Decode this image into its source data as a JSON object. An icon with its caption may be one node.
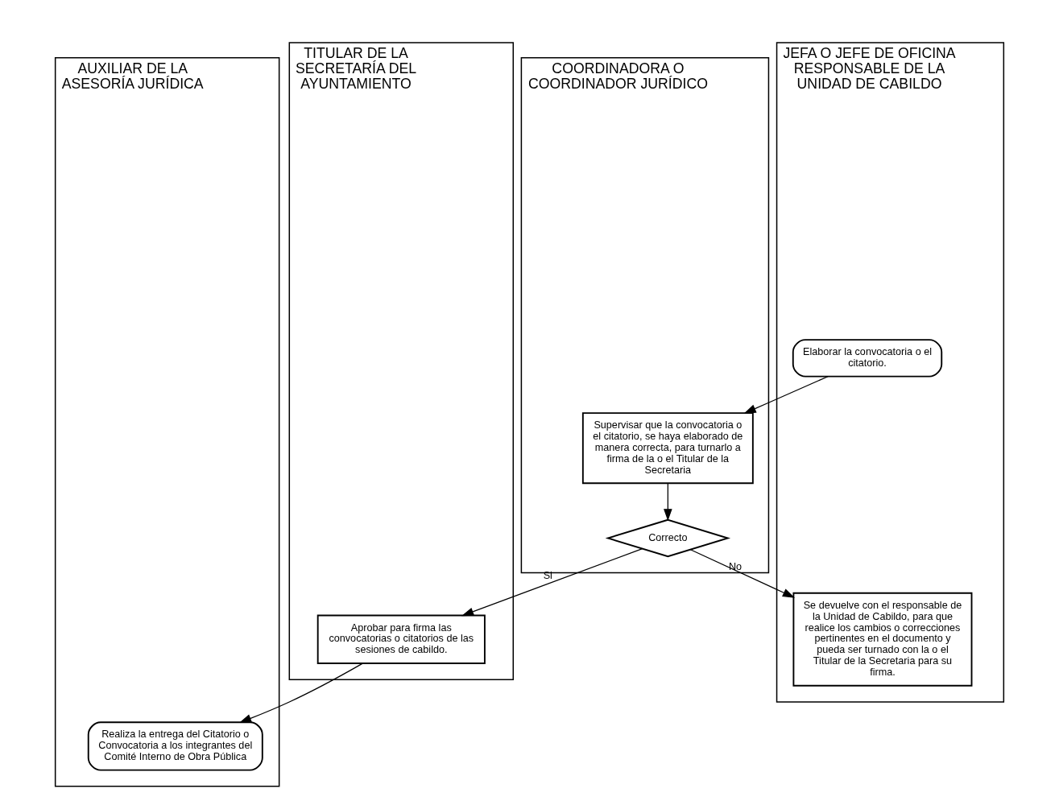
{
  "diagram": {
    "nodes": [
      {
        "text": [
          "AUXILIAR DE LA ASESORÍA JURÍDICA"
        ]
      },
      {
        "text": [
          "JEFA O JEFE DE OFICINA RESPONSABLE DE LA UNIDAD DE CABILDO"
        ]
      },
      {
        "text": [
          "COORDINADORA O COORDINADOR JURÍDICO"
        ]
      },
      {
        "text": [
          "TITULAR DE LA SECRETARÍA DEL AYUNTAMIENTO"
        ]
      },
      {
        "text": [
          "Elaborar la convocatoria o el citatorio."
        ],
        "in": 1
      },
      {
        "text": [
          "Supervisar que la convocatoria o el citatorio, se haya elaborado de manera correcta, para turnarlo a firma de la o el Titular de la Secretaria"
        ],
        "in": 2
      },
      {
        "text": [
          "Correcto"
        ],
        "in": 2
      },
      {
        "text": [
          "Aprobar para firma las convocatorias o citatorios de las sesiones de cabildo."
        ],
        "in": 3
      },
      {
        "text": [
          "Se devuelve con el responsable de la Unidad de Cabildo, para que realice los cambios o correcciones pertinentes en el documento y pueda ser turnado con la o el Titular de la Secretaria para su firma."
        ],
        "in": 1
      },
      {
        "text": [
          "Realiza la entrega del Citatorio o Convocatoria a los integrantes del Comité Interno de Obra Pública"
        ],
        "in": 0
      }
    ],
    "edges": [
      {
        "from": 4,
        "to": 5,
        "arrow": "to"
      },
      {
        "from": 5,
        "to": 6,
        "arrow": "to"
      },
      {
        "from": 6,
        "to": 7,
        "arrow": "to",
        "label": "Si"
      },
      {
        "from": 6,
        "to": 8,
        "arrow": "to",
        "label": "No"
      },
      {
        "from": 7,
        "to": 9,
        "arrow": "to"
      }
    ]
  }
}
